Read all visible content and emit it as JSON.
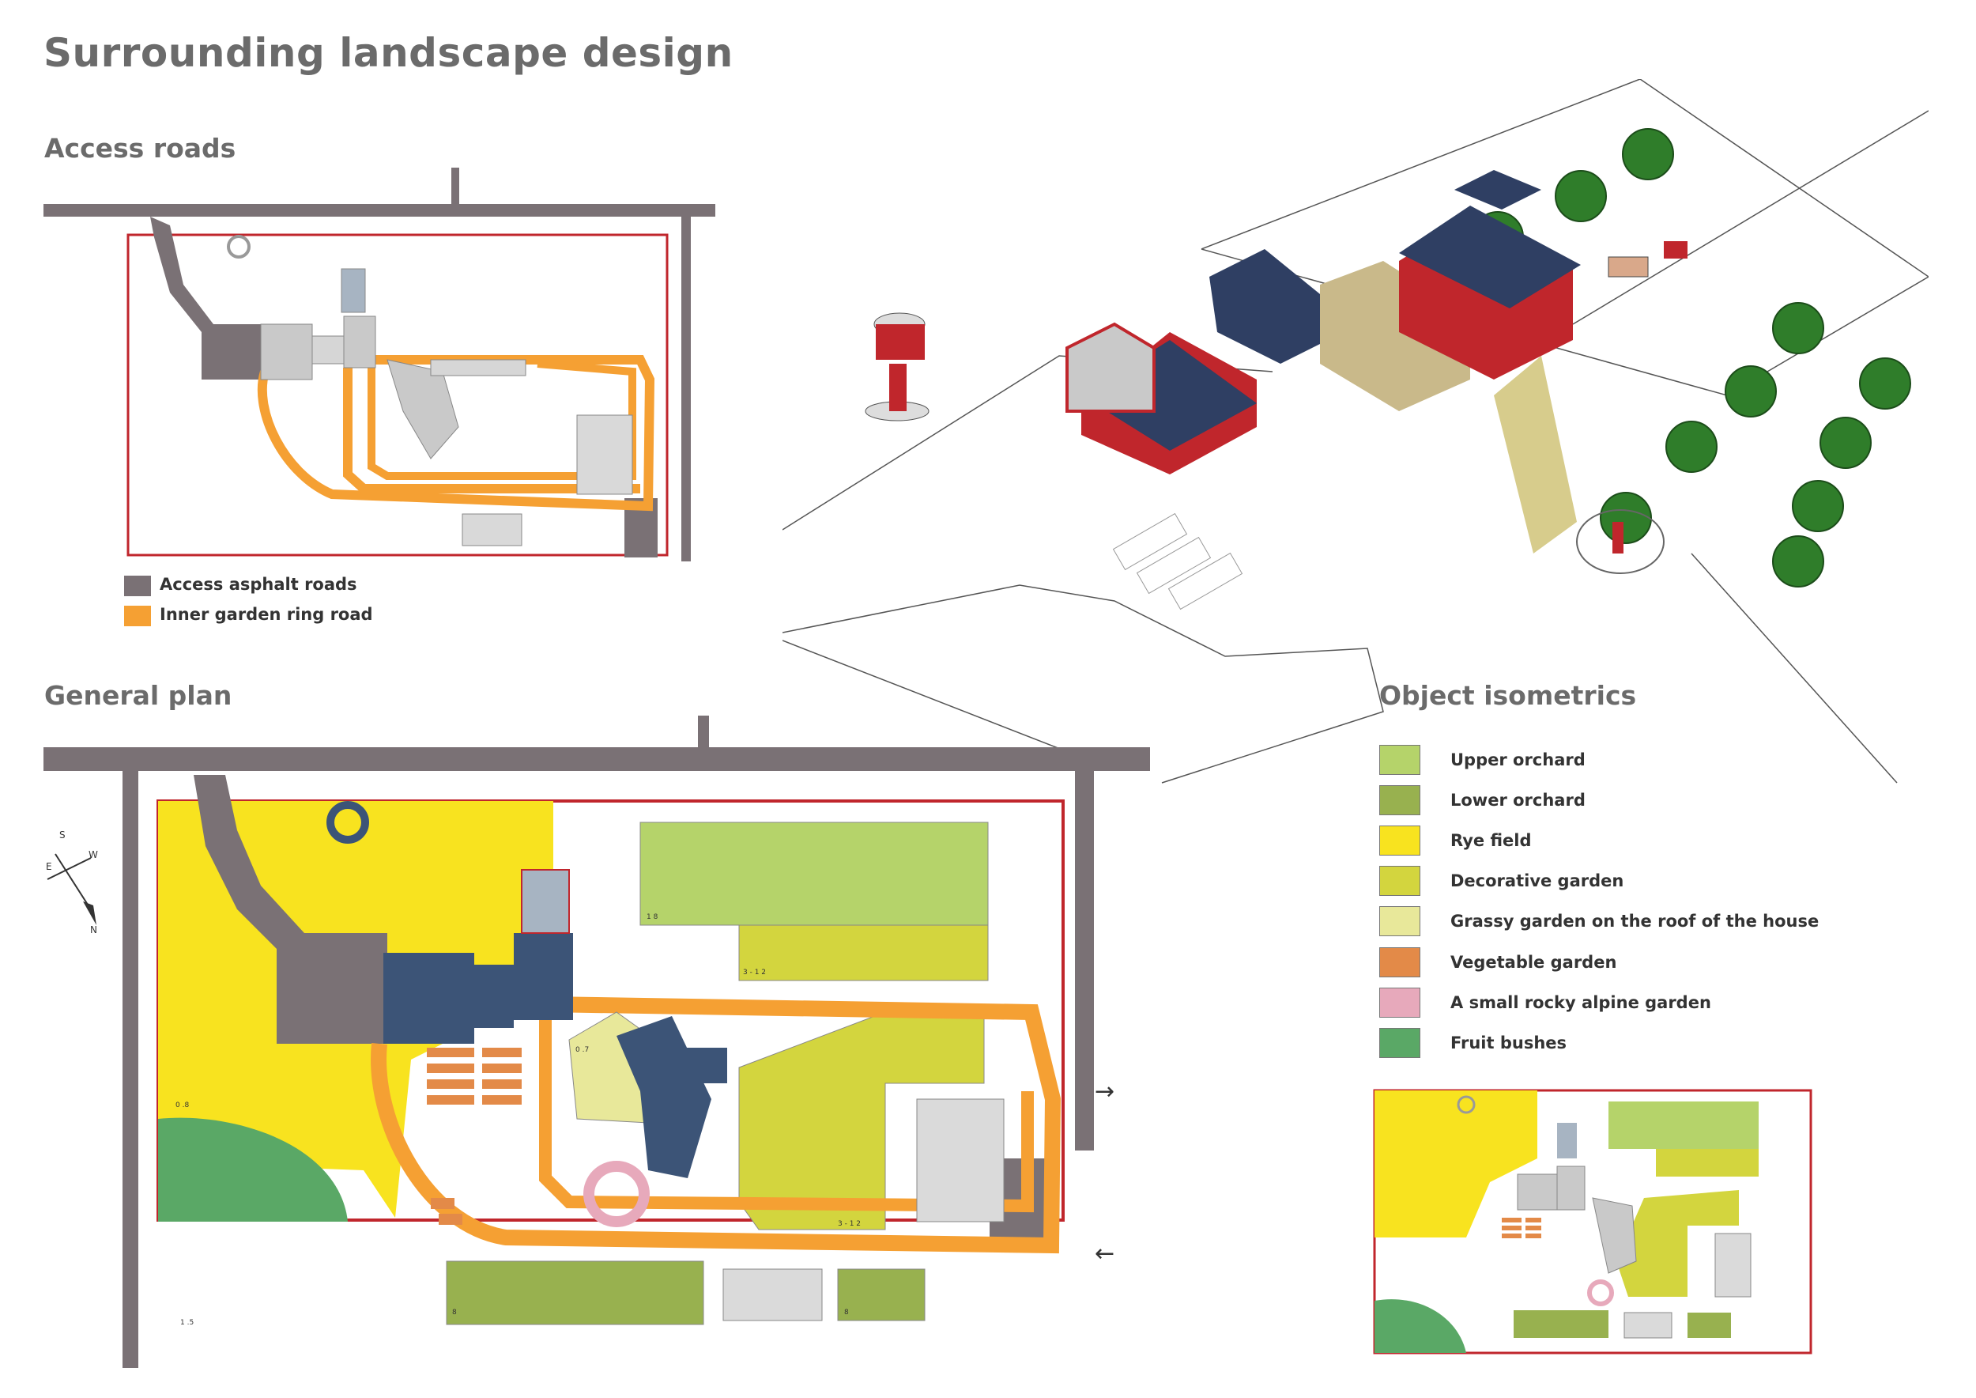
{
  "title": "Surrounding landscape design",
  "sections": {
    "access_roads": "Access roads",
    "general_plan": "General plan",
    "object_isometrics": "Object isometrics"
  },
  "access_legend": [
    {
      "label": "Access asphalt roads",
      "color": "#7a7175"
    },
    {
      "label": "Inner garden ring road",
      "color": "#f5a033"
    }
  ],
  "zone_legend": [
    {
      "label": "Upper orchard",
      "color": "#b5d36a"
    },
    {
      "label": "Lower orchard",
      "color": "#98b14f"
    },
    {
      "label": "Rye field",
      "color": "#f8e31f"
    },
    {
      "label": "Decorative garden",
      "color": "#d3d53e"
    },
    {
      "label": "Grassy garden on the roof of the house",
      "color": "#e8e89a"
    },
    {
      "label": "Vegetable garden",
      "color": "#e38a48"
    },
    {
      "label": "A small rocky alpine garden",
      "color": "#e7a9bb"
    },
    {
      "label": "Fruit bushes",
      "color": "#5aa866"
    }
  ],
  "compass": {
    "n": "N",
    "s": "S",
    "e": "E",
    "w": "W"
  },
  "plan_marks": {
    "rye": "0 .8",
    "upper": "1 8",
    "upper2": "3 - 1 2",
    "deco": "3 - 1 2",
    "roof": "0 .7",
    "bushes": "1 .5",
    "lower1": "8",
    "lower2": "8",
    "ent_in": "→",
    "ent_out": "←"
  }
}
